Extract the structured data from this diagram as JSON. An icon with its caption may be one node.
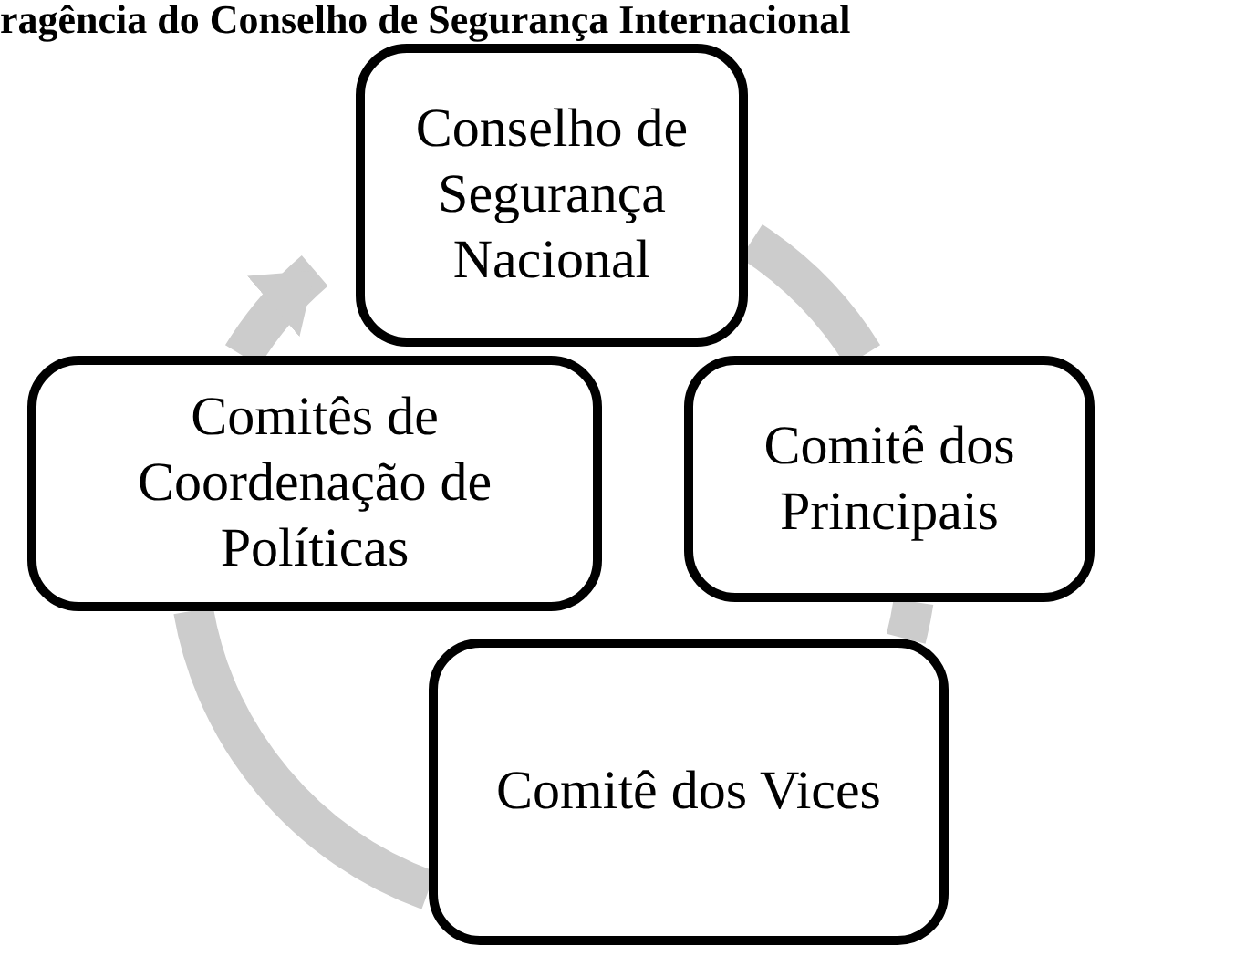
{
  "diagram": {
    "title": "ragência do Conselho de Segurança Internacional",
    "nodes": [
      {
        "text": [
          "Conselho de Segurança Nacional"
        ]
      },
      {
        "text": [
          "Comitê dos Principais"
        ]
      },
      {
        "text": [
          "Comitê dos Vices"
        ]
      },
      {
        "text": [
          "Comitês de Coordenação de Políticas"
        ]
      }
    ],
    "edges": [
      {
        "from": 0,
        "to": 1,
        "arrow": "none"
      },
      {
        "from": 1,
        "to": 2,
        "arrow": "none"
      },
      {
        "from": 2,
        "to": 3,
        "arrow": "none"
      },
      {
        "from": 3,
        "to": 0,
        "arrow": "to"
      }
    ]
  }
}
